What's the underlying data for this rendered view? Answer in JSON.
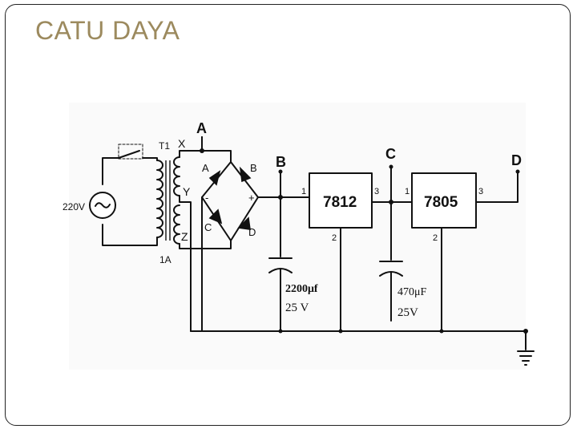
{
  "slide": {
    "title": "CATU DAYA"
  },
  "colors": {
    "title": "#9c8a5e",
    "wire": "#111111",
    "panel": "#fafafa"
  },
  "icons": [
    "ac-source-icon",
    "switch-icon",
    "transformer-icon",
    "diode-icon",
    "capacitor-icon",
    "ground-icon"
  ],
  "circuit": {
    "source": {
      "label": "220V"
    },
    "transformer": {
      "name": "T1",
      "rating": "1A",
      "taps": [
        "X",
        "Y",
        "Z"
      ]
    },
    "bridge": {
      "diodes": [
        "A",
        "B",
        "C",
        "D"
      ],
      "plus": "+",
      "minus": "-"
    },
    "nodes": [
      "A",
      "B",
      "C",
      "D"
    ],
    "regulators": [
      {
        "name": "7812",
        "pins": [
          "1",
          "2",
          "3"
        ]
      },
      {
        "name": "7805",
        "pins": [
          "1",
          "2",
          "3"
        ]
      }
    ],
    "capacitors": [
      {
        "value": "2200μf",
        "voltage": "25 V"
      },
      {
        "value": "470μF",
        "voltage": "25V"
      }
    ]
  }
}
